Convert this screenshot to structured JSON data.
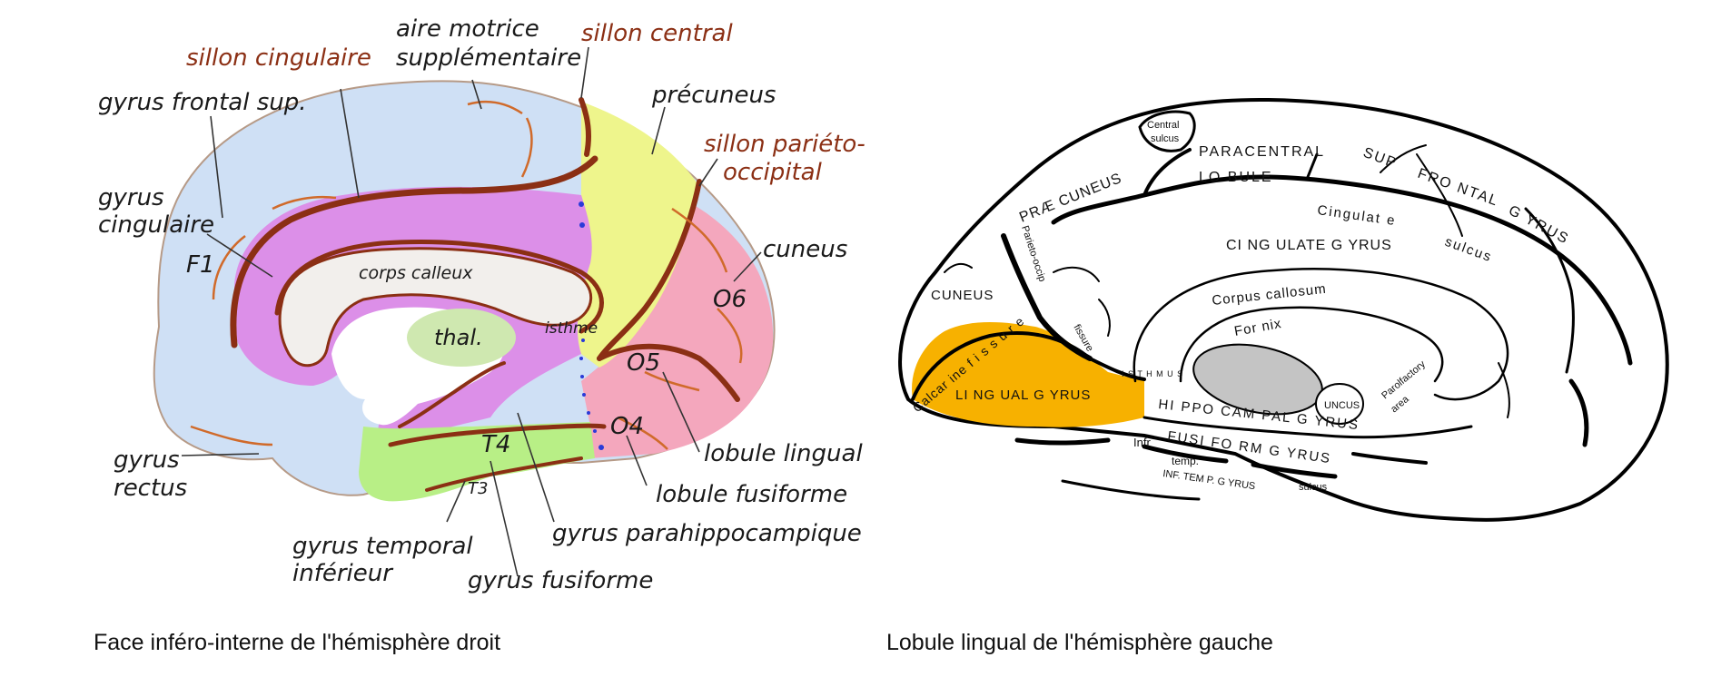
{
  "left": {
    "caption": "Face inféro-interne de l'hémisphère droit",
    "colors": {
      "frontal": "#cfe0f5",
      "cingulate": "#dc8fe8",
      "precuneus": "#eef58c",
      "cuneus": "#f4a7bd",
      "temporal": "#b8ef86",
      "sulcus": "#8b2f14",
      "callosum": "#f2efec",
      "thalamus": "#cfe8b0"
    },
    "labels": {
      "aire_motrice": "aire motrice",
      "supplementaire": "supplémentaire",
      "sillon_central": "sillon central",
      "sillon_cingulaire": "sillon cingulaire",
      "gyrus_frontal_sup": "gyrus frontal sup.",
      "precuneus": "précuneus",
      "sillon_parieto": "sillon pariéto-",
      "occipital": "occipital",
      "gyrus": "gyrus",
      "cingulaire": "cingulaire",
      "cuneus": "cuneus",
      "f1": "F1",
      "corps_calleux": "corps calleux",
      "o6": "O6",
      "thal": "thal.",
      "isthme": "isthme",
      "o5": "O5",
      "o4": "O4",
      "gyrus_rectus_1": "gyrus",
      "gyrus_rectus_2": "rectus",
      "t4": "T4",
      "t3": "T3",
      "lobule_lingual": "lobule lingual",
      "lobule_fusiforme": "lobule fusiforme",
      "gyrus_parahippocampique": "gyrus parahippocampique",
      "gyrus_temporal": "gyrus temporal",
      "inferieur": "inférieur",
      "gyrus_fusiforme": "gyrus fusiforme"
    }
  },
  "right": {
    "caption": "Lobule lingual de l'hémisphère gauche",
    "colors": {
      "highlight": "#f7b100",
      "thalamus": "#c4c4c4"
    },
    "labels": {
      "central": "Central",
      "sulcus_small": "sulcus",
      "paracentral": "PARACENTRAL",
      "lobule": "LO BULE",
      "sup": "SUP",
      "frontal": "FRO NTAL",
      "gyrus_word": "G YRUS",
      "praecuneus": "PRÆ CUNEUS",
      "cingulate": "Cingulat e",
      "cing_sulcus": "sulcus",
      "cingulate_gyrus": "CI NG ULATE G YRUS",
      "parieto_occip": "Parieto-occip",
      "cuneus": "CUNEUS",
      "corpus_callosum": "Corpus callosum",
      "fornix": "For nix",
      "fissure": "fissure",
      "calcarine": "Calcar ine  f i s s u r e",
      "isthmus": "I S T H M U S",
      "lingual_gyrus": "LI NG UAL G YRUS",
      "hippocampal": "HI PPO CAM PAL G YRUS",
      "uncus": "UNCUS",
      "parolfactory": "Parolfactory",
      "area": "area",
      "infr": "Infr",
      "temp": "temp.",
      "fusiform": "FUSI FO RM  G YRUS",
      "inf_temp": "INF.  TEM P.  G YRUS",
      "sulcus_low": "sulcus"
    }
  }
}
